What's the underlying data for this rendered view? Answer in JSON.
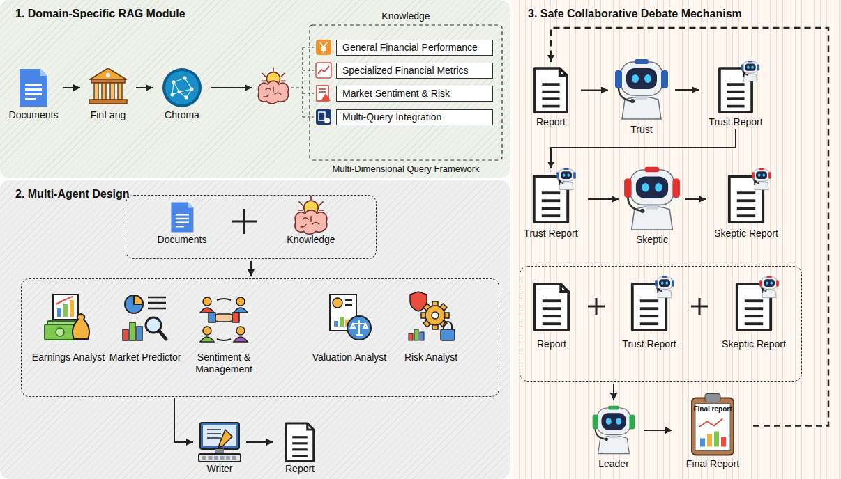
{
  "diagram": {
    "nodes": [
      {
        "text": [
          "1. Domain-Specific RAG Module"
        ]
      },
      {
        "text": [
          "Documents"
        ],
        "in": 0
      },
      {
        "text": [
          "FinLang"
        ],
        "in": 0
      },
      {
        "text": [
          "Chroma"
        ],
        "in": 0
      },
      {
        "text": [
          "Knowledge",
          "Multi-Dimensional Query Framework"
        ],
        "in": 0
      },
      {
        "text": [
          "General Financial Performance"
        ],
        "in": 4
      },
      {
        "text": [
          "Specialized Financial Metrics"
        ],
        "in": 4
      },
      {
        "text": [
          "Market Sentiment & Risk"
        ],
        "in": 4
      },
      {
        "text": [
          "Multi-Query Integration"
        ],
        "in": 4
      },
      {
        "text": [
          "2. Multi-Agent Design"
        ]
      },
      {
        "text": [],
        "in": 9
      },
      {
        "text": [
          "Documents"
        ],
        "in": 10
      },
      {
        "text": [
          "Knowledge"
        ],
        "in": 10
      },
      {
        "text": [],
        "in": 9
      },
      {
        "text": [
          "Earnings Analyst"
        ],
        "in": 13
      },
      {
        "text": [
          "Market Predictor"
        ],
        "in": 13
      },
      {
        "text": [
          "Sentiment & Management"
        ],
        "in": 13
      },
      {
        "text": [
          "Valuation Analyst"
        ],
        "in": 13
      },
      {
        "text": [
          "Risk Analyst"
        ],
        "in": 13
      },
      {
        "text": [
          "Writer"
        ],
        "in": 9
      },
      {
        "text": [
          "Report"
        ],
        "in": 9
      },
      {
        "text": [
          "3. Safe Collaborative Debate Mechanism"
        ]
      },
      {
        "text": [
          "Report"
        ],
        "in": 21
      },
      {
        "text": [
          "Trust"
        ],
        "in": 21
      },
      {
        "text": [
          "Trust Report"
        ],
        "in": 21
      },
      {
        "text": [
          "Trust Report"
        ],
        "in": 21
      },
      {
        "text": [
          "Skeptic"
        ],
        "in": 21
      },
      {
        "text": [
          "Skeptic Report"
        ],
        "in": 21
      },
      {
        "text": [],
        "in": 21
      },
      {
        "text": [
          "Report"
        ],
        "in": 28
      },
      {
        "text": [
          "Trust Report"
        ],
        "in": 28
      },
      {
        "text": [
          "Skeptic Report"
        ],
        "in": 28
      },
      {
        "text": [
          "Leader"
        ],
        "in": 21
      },
      {
        "text": [
          "Final Report"
        ],
        "in": 21
      }
    ],
    "edges": [
      {
        "from": 1,
        "to": 2,
        "arrow": "to"
      },
      {
        "from": 2,
        "to": 3,
        "arrow": "to"
      },
      {
        "from": 3,
        "to": 4,
        "arrow": "to"
      },
      {
        "from": 10,
        "to": 13,
        "arrow": "to"
      },
      {
        "from": 13,
        "to": 19,
        "arrow": "to"
      },
      {
        "from": 19,
        "to": 20,
        "arrow": "to"
      },
      {
        "from": 22,
        "to": 23,
        "arrow": "to"
      },
      {
        "from": 23,
        "to": 24,
        "arrow": "to"
      },
      {
        "from": 24,
        "to": 25,
        "arrow": "to"
      },
      {
        "from": 25,
        "to": 26,
        "arrow": "to"
      },
      {
        "from": 26,
        "to": 27,
        "arrow": "to"
      },
      {
        "from": 28,
        "to": 32,
        "arrow": "to"
      },
      {
        "from": 32,
        "to": 33,
        "arrow": "to"
      },
      {
        "from": 33,
        "to": 22,
        "arrow": "to"
      }
    ],
    "labels": [
      "Final report"
    ]
  }
}
